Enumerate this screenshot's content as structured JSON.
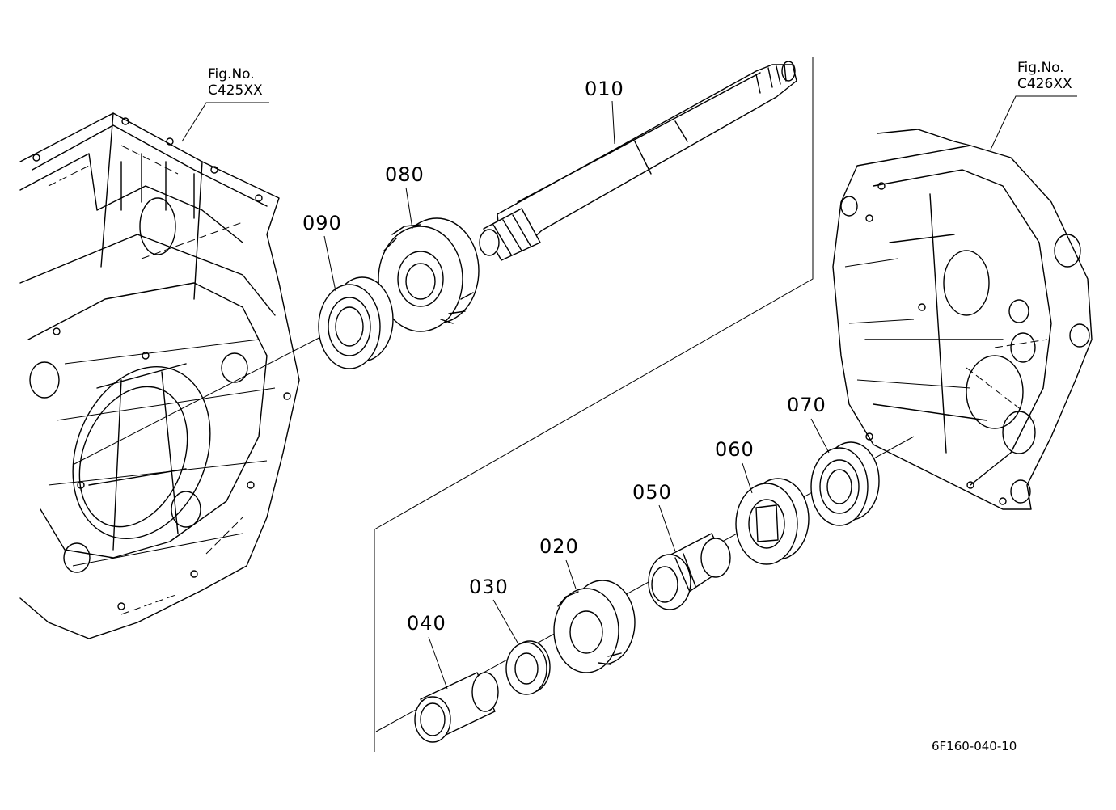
{
  "figure_refs": [
    {
      "prefix": "Fig.No.",
      "code": "C425XX"
    },
    {
      "prefix": "Fig.No.",
      "code": "C426XX"
    }
  ],
  "parts": [
    {
      "number": "010"
    },
    {
      "number": "020"
    },
    {
      "number": "030"
    },
    {
      "number": "040"
    },
    {
      "number": "050"
    },
    {
      "number": "060"
    },
    {
      "number": "070"
    },
    {
      "number": "080"
    },
    {
      "number": "090"
    }
  ],
  "drawing_code": "6F160-040-10"
}
